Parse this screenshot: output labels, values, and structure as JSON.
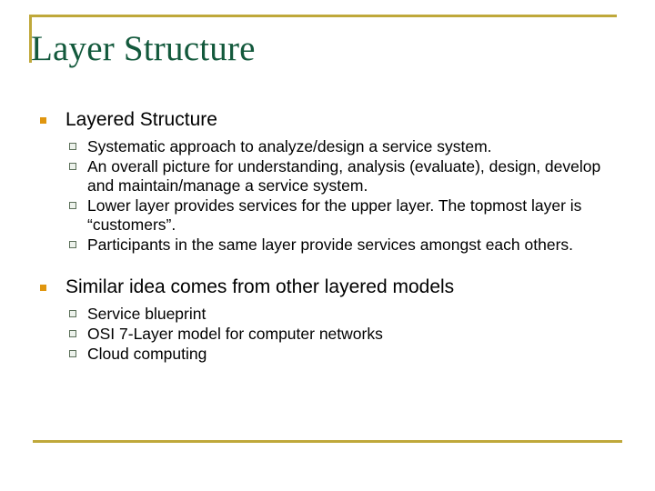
{
  "slide": {
    "title": "Layer Structure",
    "accent_color": "#bfa83a",
    "title_color": "#13593c",
    "bullet_level1_color": "#e0960f",
    "bullet_level2_border_color": "#5a6e58",
    "sections": [
      {
        "heading": "Layered Structure",
        "items": [
          "Systematic approach to analyze/design a service system.",
          "An overall picture for understanding, analysis (evaluate), design, develop and maintain/manage a service system.",
          "Lower layer provides services for the upper layer. The topmost layer is “customers”.",
          "Participants in the same layer provide services amongst each others."
        ]
      },
      {
        "heading": "Similar idea comes from other layered models",
        "items": [
          "Service blueprint",
          "OSI 7-Layer model for computer networks",
          "Cloud computing"
        ]
      }
    ]
  }
}
